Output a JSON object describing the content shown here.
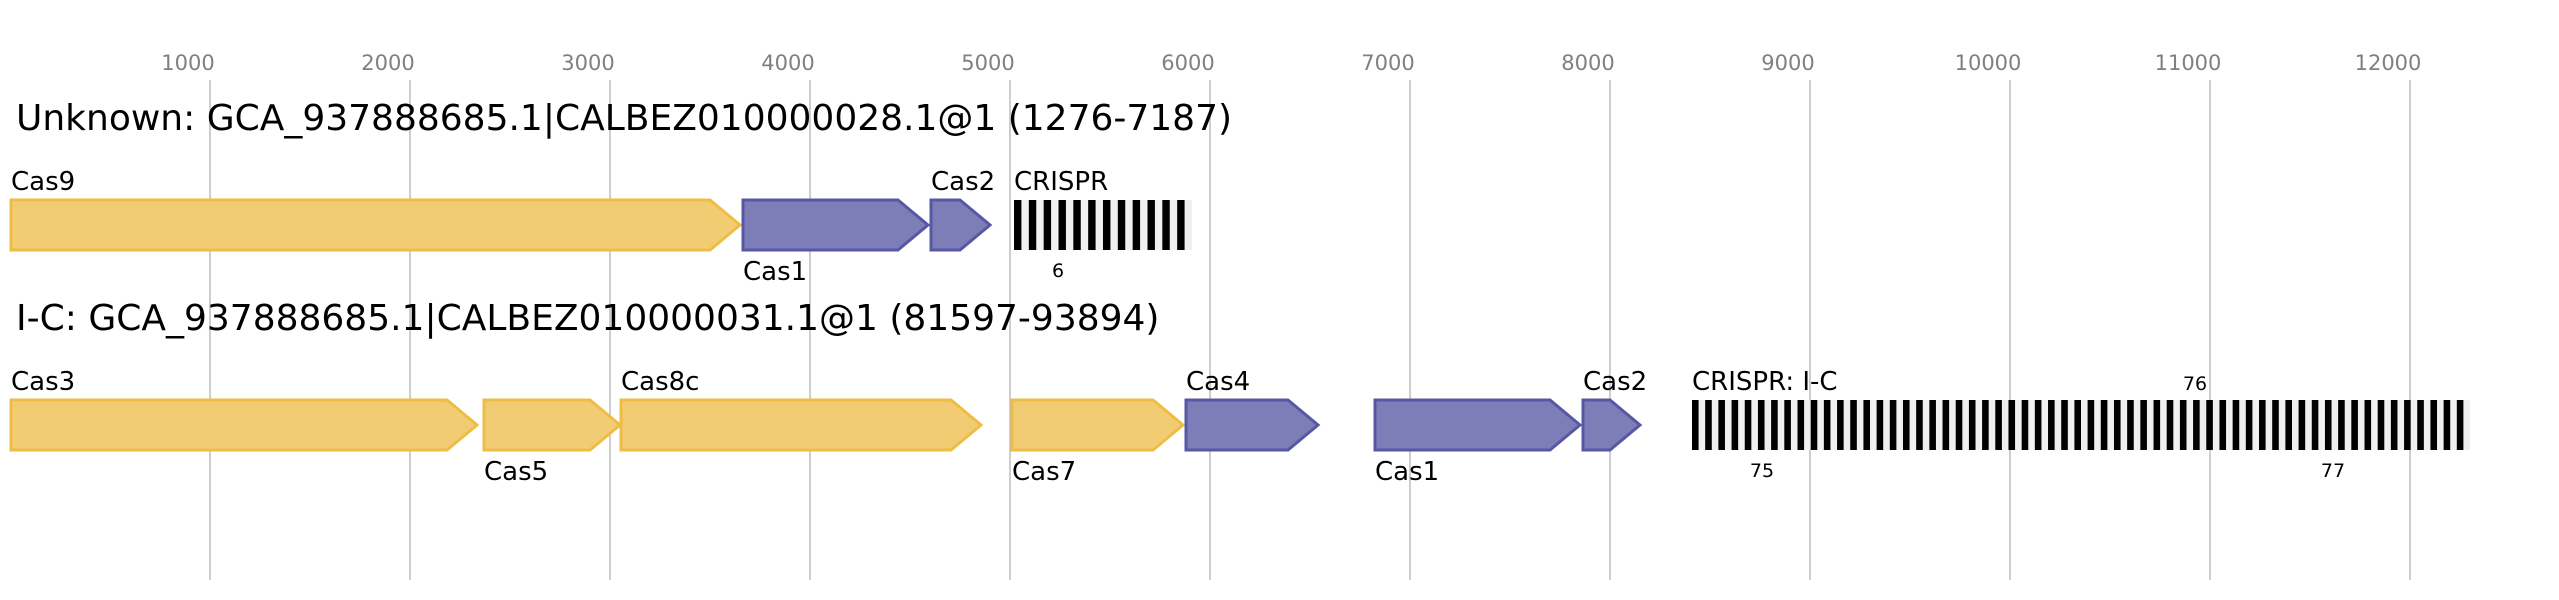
{
  "axis": {
    "ticks": [
      1000,
      2000,
      3000,
      4000,
      5000,
      6000,
      7000,
      8000,
      9000,
      10000,
      11000,
      12000
    ]
  },
  "colors": {
    "yellow_fill": "#f2cc73",
    "yellow_stroke": "#edbd45",
    "blue_fill": "#7d7db8",
    "blue_stroke": "#5757a6",
    "grid": "#bdbdbd"
  },
  "loci": [
    {
      "title": "Unknown: GCA_937888685.1|CALBEZ010000028.1@1 (1276-7187)",
      "genes": [
        {
          "name": "Cas9",
          "start": 0,
          "end": 3650,
          "color": "yellow",
          "label_pos": "above"
        },
        {
          "name": "Cas1",
          "start": 3660,
          "end": 4590,
          "color": "blue",
          "label_pos": "below"
        },
        {
          "name": "Cas2",
          "start": 4600,
          "end": 4900,
          "color": "blue",
          "label_pos": "above"
        }
      ],
      "crispr": {
        "name": "CRISPR",
        "start": 5020,
        "end": 5910,
        "repeats": 12,
        "spacer_labels": [
          {
            "text": "6",
            "pos": 5240,
            "side": "below"
          }
        ]
      }
    },
    {
      "title": "I-C: GCA_937888685.1|CALBEZ010000031.1@1 (81597-93894)",
      "genes": [
        {
          "name": "Cas3",
          "start": 0,
          "end": 2335,
          "color": "yellow",
          "label_pos": "above"
        },
        {
          "name": "Cas5",
          "start": 2365,
          "end": 3050,
          "color": "yellow",
          "label_pos": "below"
        },
        {
          "name": "Cas8c",
          "start": 3050,
          "end": 4855,
          "color": "yellow",
          "label_pos": "above"
        },
        {
          "name": "Cas7",
          "start": 5005,
          "end": 5865,
          "color": "yellow",
          "label_pos": "below"
        },
        {
          "name": "Cas4",
          "start": 5875,
          "end": 6540,
          "color": "blue",
          "label_pos": "above"
        },
        {
          "name": "Cas1",
          "start": 6820,
          "end": 7850,
          "color": "blue",
          "label_pos": "below"
        },
        {
          "name": "Cas2",
          "start": 7860,
          "end": 8150,
          "color": "blue",
          "label_pos": "above"
        }
      ],
      "crispr": {
        "name": "CRISPR: I-C",
        "start": 8410,
        "end": 12300,
        "repeats": 59,
        "spacer_labels": [
          {
            "text": "75",
            "pos": 8760,
            "side": "below"
          },
          {
            "text": "76",
            "pos": 10925,
            "side": "above"
          },
          {
            "text": "77",
            "pos": 11615,
            "side": "below"
          }
        ]
      }
    }
  ]
}
